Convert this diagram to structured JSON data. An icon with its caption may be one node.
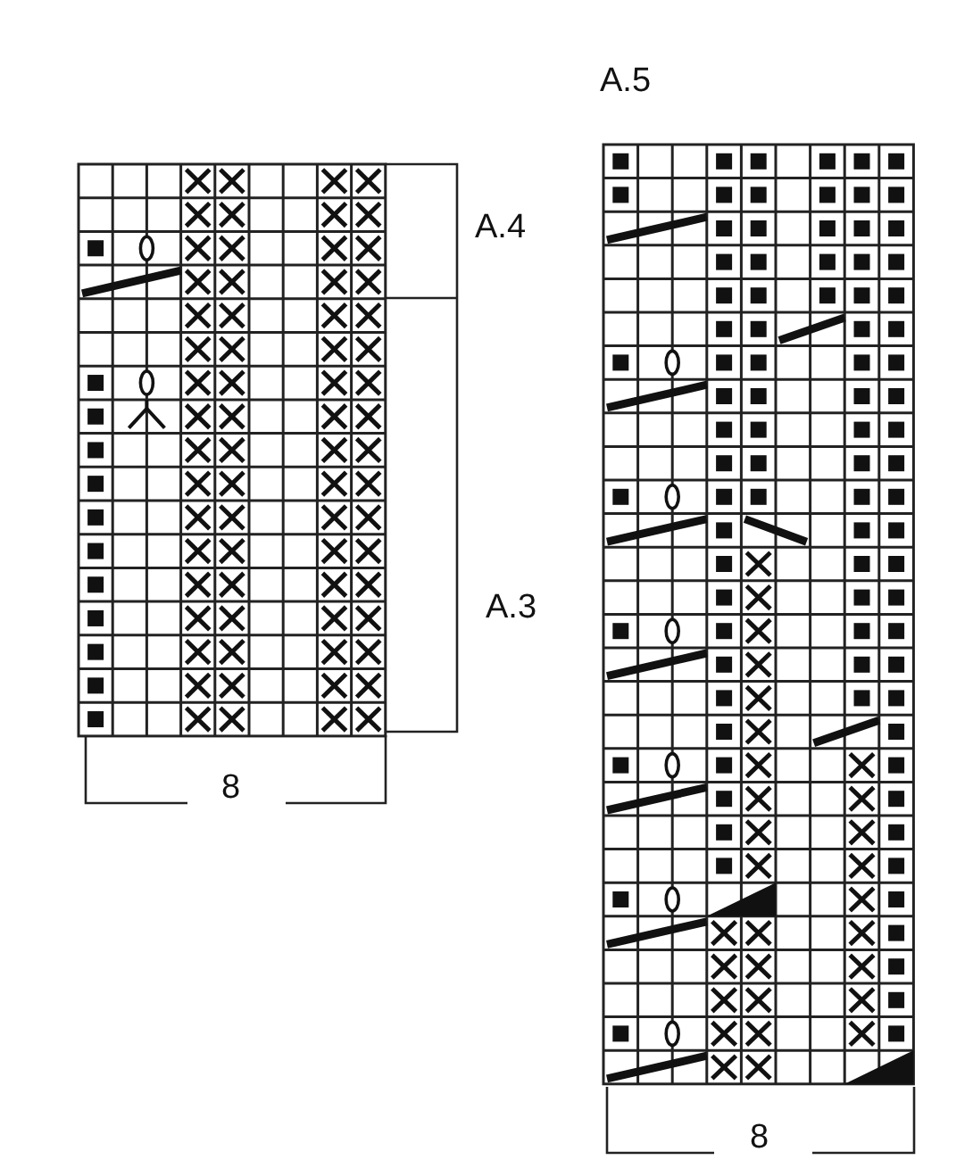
{
  "diagram": {
    "labels": [
      "A.5",
      "A.4",
      "A.3",
      "8",
      "8"
    ]
  }
}
